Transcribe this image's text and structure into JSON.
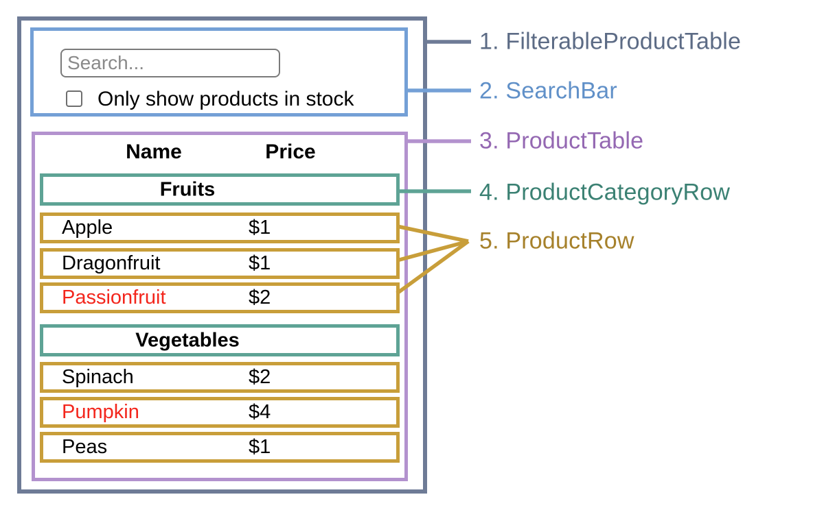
{
  "diagram": {
    "search_bar": {
      "placeholder": "Search...",
      "checkbox_label": "Only show products in stock",
      "checkbox_checked": false
    },
    "product_table": {
      "columns": [
        "Name",
        "Price"
      ],
      "sections": [
        {
          "category": "Fruits",
          "rows": [
            {
              "name": "Apple",
              "price": "$1",
              "out_of_stock": false
            },
            {
              "name": "Dragonfruit",
              "price": "$1",
              "out_of_stock": false
            },
            {
              "name": "Passionfruit",
              "price": "$2",
              "out_of_stock": true
            }
          ]
        },
        {
          "category": "Vegetables",
          "rows": [
            {
              "name": "Spinach",
              "price": "$2",
              "out_of_stock": false
            },
            {
              "name": "Pumpkin",
              "price": "$4",
              "out_of_stock": true
            },
            {
              "name": "Peas",
              "price": "$1",
              "out_of_stock": false
            }
          ]
        }
      ]
    },
    "annotations": [
      {
        "label": "1. FilterableProductTable",
        "color": "#5c6b85"
      },
      {
        "label": "2. SearchBar",
        "color": "#6090c8"
      },
      {
        "label": "3. ProductTable",
        "color": "#9468b2"
      },
      {
        "label": "4. ProductCategoryRow",
        "color": "#3b8173"
      },
      {
        "label": "5. ProductRow",
        "color": "#a6812b"
      }
    ],
    "colors": {
      "filterable_product_table_border": "#6e7b96",
      "search_bar_border": "#74a0d6",
      "product_table_border": "#b392ce",
      "product_category_row_border": "#5ea395",
      "product_row_border": "#c89e3a",
      "out_of_stock_text": "#f3261c"
    }
  }
}
